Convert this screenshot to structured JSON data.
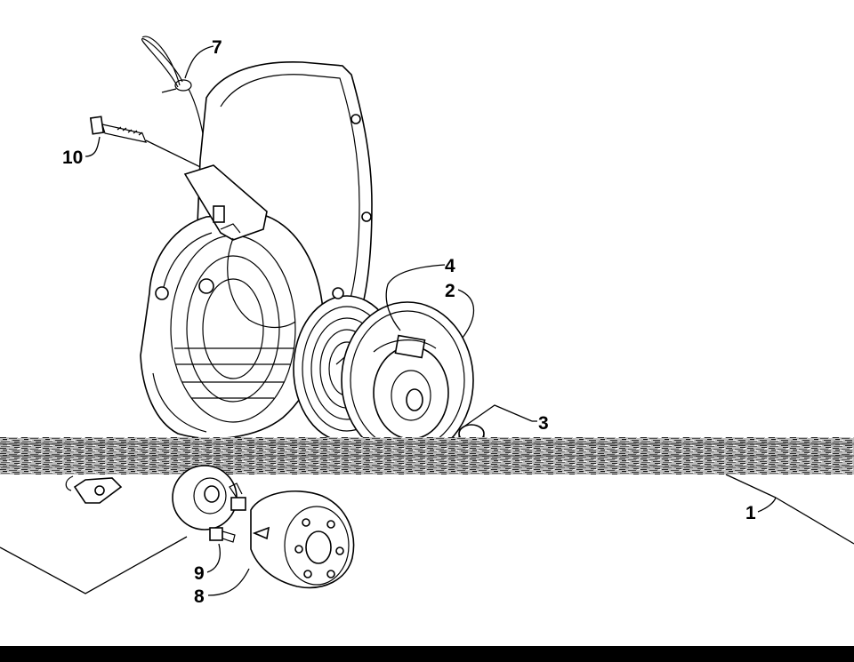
{
  "diagram": {
    "colors": {
      "ink": "#000000",
      "background": "#ffffff",
      "noise_band": "#8a8a8a",
      "bottom_bar": "#000000"
    },
    "callouts": [
      {
        "id": "7",
        "text": "7"
      },
      {
        "id": "10",
        "text": "10"
      },
      {
        "id": "4",
        "text": "4"
      },
      {
        "id": "2",
        "text": "2"
      },
      {
        "id": "3",
        "text": "3"
      },
      {
        "id": "1",
        "text": "1"
      },
      {
        "id": "9",
        "text": "9"
      },
      {
        "id": "8",
        "text": "8"
      }
    ]
  }
}
